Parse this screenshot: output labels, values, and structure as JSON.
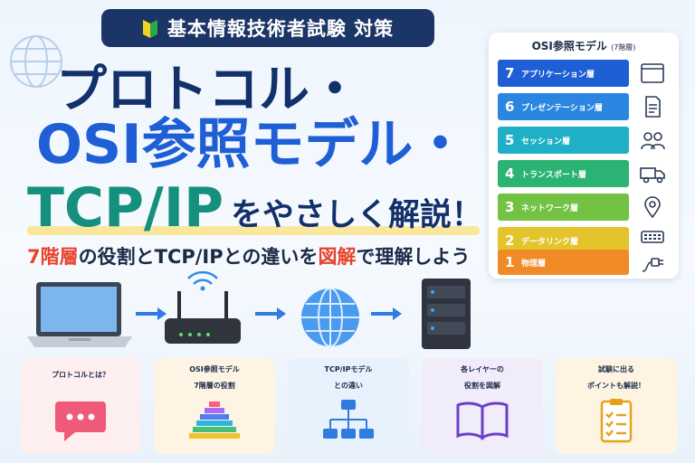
{
  "badge": {
    "label": "基本情報技術者試験 対策",
    "leaf_icon": "beginner-leaf-icon"
  },
  "headline": {
    "line1": "プロトコル・",
    "line2": "OSI参照モデル・",
    "line3_main": "TCP/IP",
    "line3_tail": "をやさしく解説！"
  },
  "subtitle": {
    "part1": "7階層",
    "part2": "の役割と",
    "part3": "TCP/IP",
    "part4": "との違いを",
    "part5": "図解",
    "part6": "で理解しよう"
  },
  "osi_panel": {
    "title": "OSI参照モデル",
    "title_note": "(7階層)",
    "layers": [
      {
        "num": "7",
        "name": "アプリケーション層",
        "color": "#1f5fd6",
        "icon": "browser-window-icon"
      },
      {
        "num": "6",
        "name": "プレゼンテーション層",
        "color": "#2a86e0",
        "icon": "document-icon"
      },
      {
        "num": "5",
        "name": "セッション層",
        "color": "#1fb0c8",
        "icon": "users-icon"
      },
      {
        "num": "4",
        "name": "トランスポート層",
        "color": "#2bb374",
        "icon": "truck-icon"
      },
      {
        "num": "3",
        "name": "ネットワーク層",
        "color": "#74c244",
        "icon": "location-pin-icon"
      },
      {
        "num": "2",
        "name": "データリンク層",
        "color": "#e3c42c",
        "icon": "switch-icon"
      },
      {
        "num": "1",
        "name": "物理層",
        "color": "#f08a26",
        "icon": "cable-plug-icon"
      }
    ]
  },
  "cards": [
    {
      "l1": "プロトコルとは？",
      "l2": "",
      "bg": "#fdeef0",
      "icon": "chat-bubble-icon"
    },
    {
      "l1": "OSI参照モデル",
      "l2": "7階層の役割",
      "bg": "#fdf4e4",
      "icon": "pyramid-layers-icon"
    },
    {
      "l1": "TCP/IPモデル",
      "l2": "との違い",
      "bg": "#e8f2fc",
      "icon": "hierarchy-icon"
    },
    {
      "l1": "各レイヤーの",
      "l2": "役割を図解",
      "bg": "#f1ecfa",
      "icon": "open-book-icon"
    },
    {
      "l1": "試験に出る",
      "l2": "ポイントも解説！",
      "bg": "#fdf5e2",
      "icon": "checklist-icon"
    }
  ],
  "colors": {
    "navy": "#12306a",
    "blue": "#1f5fd6",
    "teal": "#15907e",
    "accent_red": "#e8432c",
    "highlight": "#fbe79b"
  }
}
